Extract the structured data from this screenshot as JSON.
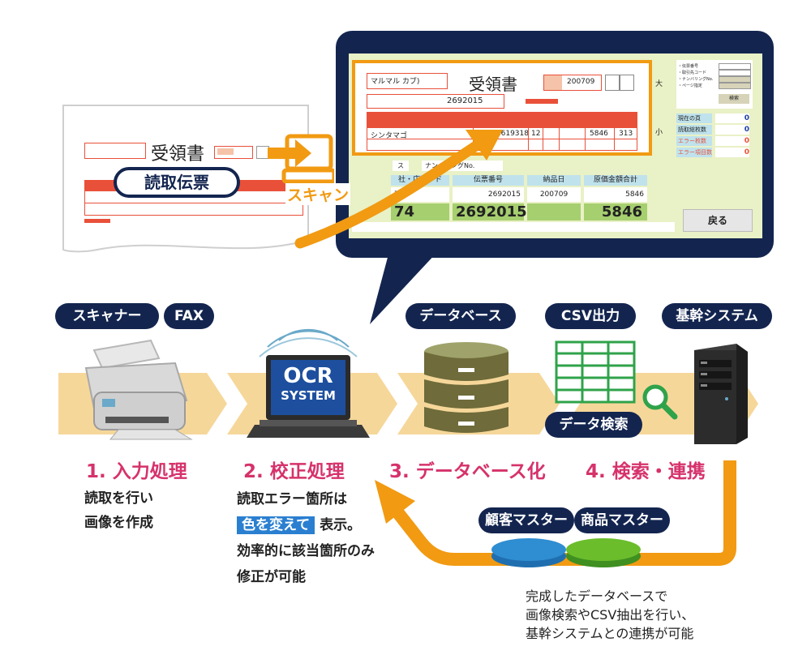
{
  "callout": {
    "form": {
      "customer": "マルマル カブ)",
      "title": "受領書",
      "date_field": "200709",
      "slip_no": "2692015",
      "row": {
        "name": "シンタマゴ",
        "code": "38572619318",
        "qty": "12",
        "price": "5846",
        "amount": "313"
      },
      "side_large": "大",
      "side_small": "小"
    },
    "numbering_tab": "ナンバリングNo.",
    "small_tab": "ス",
    "headers": [
      "社・店コード",
      "伝票番号",
      "納品日",
      "原価金額合計"
    ],
    "ocr_values": [
      "74",
      "2692015",
      "200709",
      "5846"
    ],
    "confirmed_values": [
      "74",
      "2692015",
      "",
      "5846"
    ],
    "search_labels": [
      "・伝票番号",
      "・取引先コード",
      "・ナンバリングNo.",
      "・ページ指定"
    ],
    "search_button": "検索",
    "stats": [
      {
        "label": "現在の頁",
        "value": "0"
      },
      {
        "label": "読取総枚数",
        "value": "0"
      },
      {
        "label": "エラー枚数",
        "value": "0"
      },
      {
        "label": "エラー項目数",
        "value": "0"
      }
    ],
    "back_button": "戻る"
  },
  "paper": {
    "title": "受領書",
    "badge": "読取伝票"
  },
  "scan_label": "スキャン",
  "tags": {
    "scanner": "スキャナー",
    "fax": "FAX",
    "database": "データベース",
    "csv": "CSV出力",
    "core": "基幹システム",
    "data_search": "データ検索",
    "customer_master": "顧客マスター",
    "product_master": "商品マスター"
  },
  "ocr_screen": {
    "line1": "OCR",
    "line2": "SYSTEM"
  },
  "steps": [
    "1. 入力処理",
    "2. 校正処理",
    "3. データベース化",
    "4. 検索・連携"
  ],
  "step1_desc": [
    "読取を行い",
    "画像を作成"
  ],
  "step2_desc": {
    "line1": "読取エラー箇所は",
    "highlight": "色を変えて",
    "line2_rest": "表示。",
    "line3": "効率的に該当箇所のみ",
    "line4": "修正が可能"
  },
  "bottom_note": [
    "完成したデータベースで",
    "画像検索やCSV抽出を行い、",
    "基幹システムとの連携が可能"
  ],
  "colors": {
    "navy": "#13254f",
    "orange": "#f19a12",
    "magenta": "#d6326b",
    "form_red": "#e9503a",
    "screen_bg": "#e9f1c6",
    "band": "#f6d79a"
  }
}
